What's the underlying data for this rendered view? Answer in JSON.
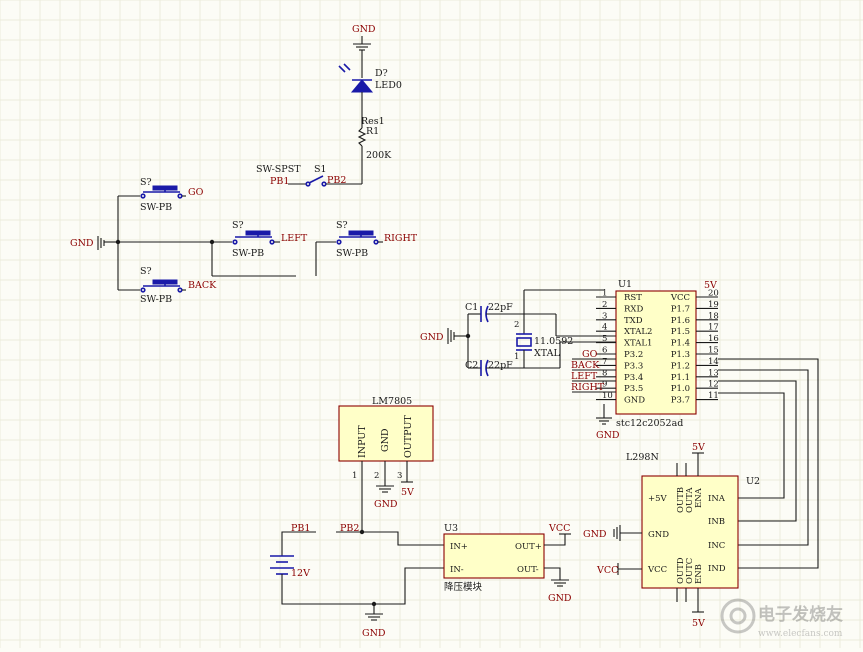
{
  "labels": {
    "gnd": "GND",
    "vcc": "VCC",
    "v5": "5V",
    "v12": "12V",
    "pb1": "PB1",
    "pb2": "PB2",
    "go": "GO",
    "back": "BACK",
    "left": "LEFT",
    "right": "RIGHT"
  },
  "led": {
    "designator": "D?",
    "value": "LED0"
  },
  "resistor": {
    "designator": "R1",
    "comment": "Res1",
    "value": "200K"
  },
  "power_switch": {
    "designator": "S1",
    "type": "SW-SPST"
  },
  "button": {
    "designator": "S?",
    "type": "SW-PB"
  },
  "capacitors": [
    {
      "designator": "C1",
      "value": "22pF"
    },
    {
      "designator": "C2",
      "value": "22pF"
    }
  ],
  "crystal": {
    "value": "11.0592",
    "name": "XTAL",
    "pin_a": "2",
    "pin_b": "1"
  },
  "mcu": {
    "designator": "U1",
    "part": "stc12c2052ad",
    "left_pins": [
      {
        "num": "1",
        "name": "RST"
      },
      {
        "num": "2",
        "name": "RXD"
      },
      {
        "num": "3",
        "name": "TXD"
      },
      {
        "num": "4",
        "name": "XTAL2"
      },
      {
        "num": "5",
        "name": "XTAL1"
      },
      {
        "num": "6",
        "name": "P3.2"
      },
      {
        "num": "7",
        "name": "P3.3"
      },
      {
        "num": "8",
        "name": "P3.4"
      },
      {
        "num": "9",
        "name": "P3.5"
      },
      {
        "num": "10",
        "name": "GND"
      }
    ],
    "right_pins": [
      {
        "num": "20",
        "name": "VCC"
      },
      {
        "num": "19",
        "name": "P1.7"
      },
      {
        "num": "18",
        "name": "P1.6"
      },
      {
        "num": "17",
        "name": "P1.5"
      },
      {
        "num": "16",
        "name": "P1.4"
      },
      {
        "num": "15",
        "name": "P1.3"
      },
      {
        "num": "14",
        "name": "P1.2"
      },
      {
        "num": "13",
        "name": "P1.1"
      },
      {
        "num": "12",
        "name": "P1.0"
      },
      {
        "num": "11",
        "name": "P3.7"
      }
    ]
  },
  "regulator": {
    "part": "LM7805",
    "pins": [
      {
        "num": "1",
        "name": "INPUT"
      },
      {
        "num": "2",
        "name": "GND"
      },
      {
        "num": "3",
        "name": "OUTPUT"
      }
    ]
  },
  "buck": {
    "designator": "U3",
    "name": "降压模块",
    "pins": {
      "in_plus": "IN+",
      "in_minus": "IN-",
      "out_plus": "OUT+",
      "out_minus": "OUT-"
    }
  },
  "driver": {
    "designator": "U2",
    "part": "L298N",
    "pins": {
      "p5v": "+5V",
      "gnd": "GND",
      "vcc": "VCC",
      "ina": "INA",
      "inb": "INB",
      "inc": "INC",
      "ind": "IND",
      "top": [
        "OUTB",
        "OUTA",
        "ENA"
      ],
      "bottom": [
        "OUTD",
        "OUTC",
        "ENB"
      ]
    }
  },
  "watermark": "电子发烧友",
  "watermark_url": "www.elecfans.com",
  "colors": {
    "wire": "#1a1a1a",
    "component": "#1a1aa8",
    "net": "#8b0000",
    "chip_fill": "#ffffc8",
    "background": "#fcfcf6"
  }
}
